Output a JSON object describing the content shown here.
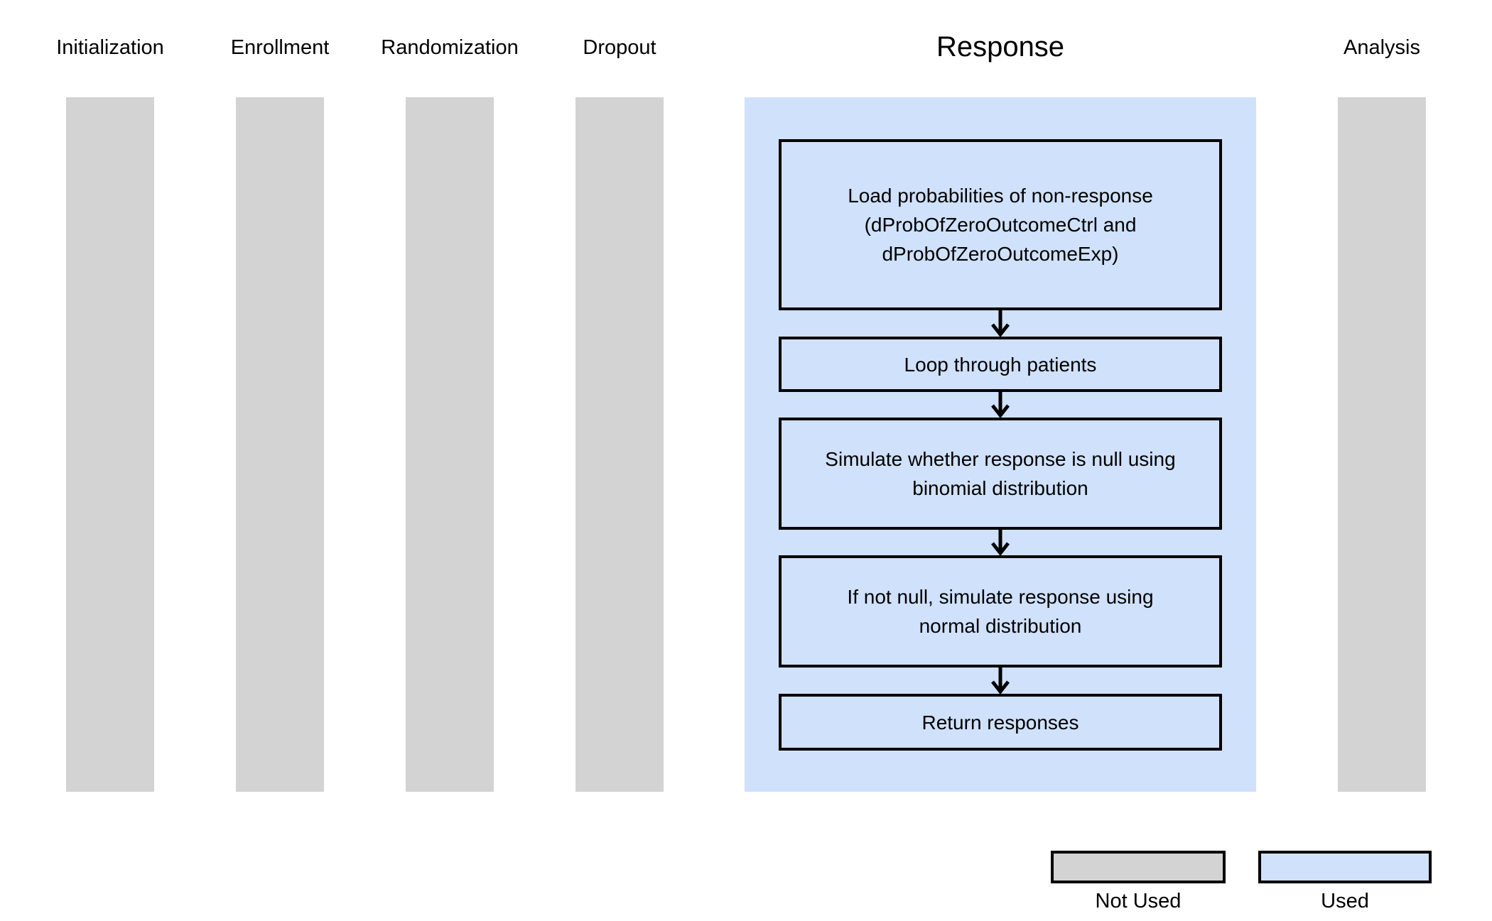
{
  "columns": [
    {
      "label": "Initialization",
      "status": "not_used"
    },
    {
      "label": "Enrollment",
      "status": "not_used"
    },
    {
      "label": "Randomization",
      "status": "not_used"
    },
    {
      "label": "Dropout",
      "status": "not_used"
    },
    {
      "label": "Response",
      "status": "used"
    },
    {
      "label": "Analysis",
      "status": "not_used"
    }
  ],
  "response_flow": {
    "steps": [
      {
        "text": "Load probabilities of non-response\n(dProbOfZeroOutcomeCtrl and\ndProbOfZeroOutcomeExp)"
      },
      {
        "text": "Loop through patients"
      },
      {
        "text": "Simulate whether response is null using\nbinomial distribution"
      },
      {
        "text": "If not null, simulate response using\nnormal distribution"
      },
      {
        "text": "Return responses"
      }
    ]
  },
  "legend": {
    "not_used_label": "Not Used",
    "used_label": "Used"
  },
  "colors": {
    "not_used_fill": "#d3d3d3",
    "used_fill": "#d0e1fb",
    "border": "#000000",
    "background": "#ffffff",
    "text": "#000000"
  }
}
